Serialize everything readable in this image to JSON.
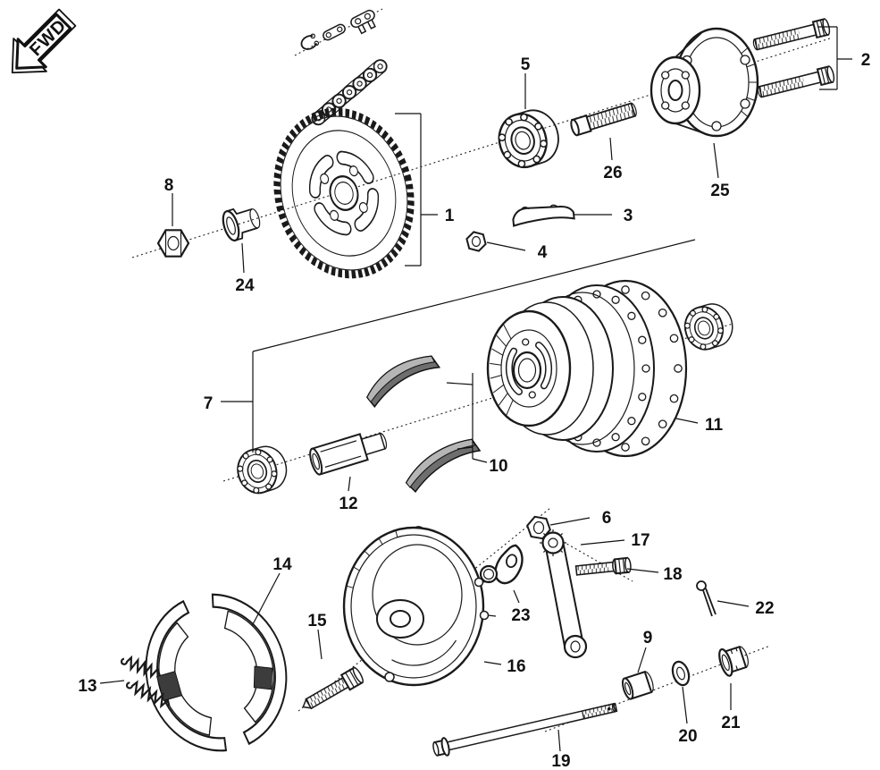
{
  "badge": {
    "fwd_label": "FWD"
  },
  "callouts": {
    "c1": "1",
    "c2": "2",
    "c3": "3",
    "c4": "4",
    "c5": "5",
    "c6": "6",
    "c7": "7",
    "c8": "8",
    "c9": "9",
    "c10": "10",
    "c11": "11",
    "c12": "12",
    "c13": "13",
    "c14": "14",
    "c15": "15",
    "c16": "16",
    "c17": "17",
    "c18": "18",
    "c19": "19",
    "c20": "20",
    "c21": "21",
    "c22": "22",
    "c23": "23",
    "c24": "24",
    "c25": "25",
    "c26": "26"
  },
  "colors": {
    "ink": "#1a1a1a",
    "background": "#ffffff",
    "pad_fill": "#6e6e6e",
    "pad_highlight": "#b5b5b5",
    "lining_block": "#3c3c3c"
  }
}
